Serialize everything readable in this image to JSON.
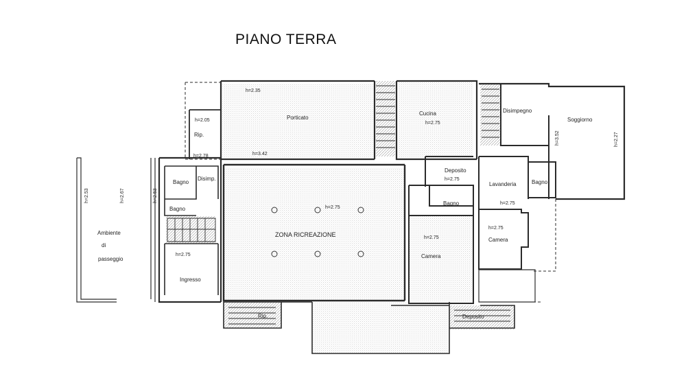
{
  "title": "PIANO TERRA",
  "rooms": {
    "porticato": "Porticato",
    "cucina": "Cucina",
    "disimpegno_top": "Disimpegno",
    "soggiorno": "Soggiorno",
    "rip": "Rip.",
    "bagno_1": "Bagno",
    "disimp": "Disimp.",
    "bagno_2": "Bagno",
    "zona_ricreazione": "ZONA RICREAZIONE",
    "deposito_1": "Deposito",
    "lavanderia": "Lavanderia",
    "bagno_3": "Bagno",
    "bagno_4": "Bagno",
    "camera_1": "Camera",
    "camera_2": "Camera",
    "ingresso": "Ingresso",
    "ambiente": "Ambiente",
    "di": "di",
    "passeggio": "passeggio",
    "rip_bottom": "Rip.",
    "deposito_2": "Deposito"
  },
  "heights": {
    "porticato": "h=2.35",
    "rip_top": "h=2.05",
    "rip_bottom": "h=2.78",
    "porticato_bottom": "h=3.42",
    "cucina": "h=2.75",
    "soggiorno_left": "h=3.52",
    "soggiorno_right": "h=2.27",
    "deposito": "h=2.75",
    "lavanderia": "h=2.75",
    "camera_small": "h=2.75",
    "zona": "h=2.75",
    "camera_big": "h=2.75",
    "ingresso": "h=2.75",
    "ambiente_1": "h=2.53",
    "ambiente_2": "h=2.67",
    "ingresso_side": "h=2.53"
  }
}
